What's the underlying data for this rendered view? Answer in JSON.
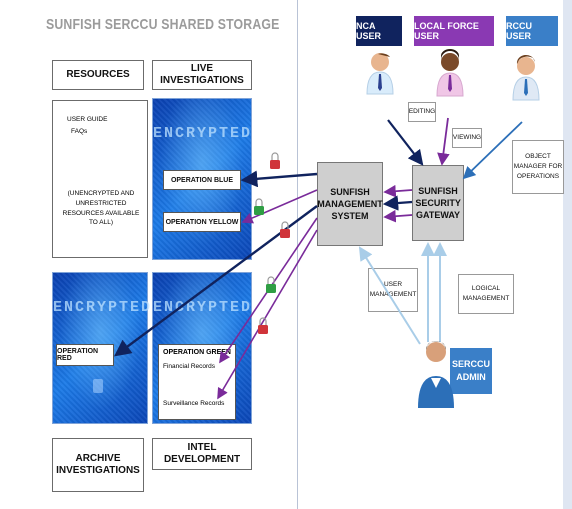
{
  "title": "SUNFISH SERCCU SHARED STORAGE",
  "headers": {
    "resources": "RESOURCES",
    "live": "LIVE INVESTIGATIONS",
    "archive": "ARCHIVE INVESTIGATIONS",
    "intel": "INTEL DEVELOPMENT"
  },
  "resources": {
    "line1": "USER GUIDE",
    "line2": "FAQs",
    "note": "(UNENCRYPTED AND UNRESTRICTED RESOURCES AVAILABLE TO ALL)"
  },
  "encrypted_label": "ENCRYPTED",
  "operations": {
    "blue": "OPERATION BLUE",
    "yellow": "OPERATION YELLOW",
    "red": "OPERATION RED",
    "green": "OPERATION GREEN",
    "financial": "Financial Records",
    "surveillance": "Surveillance Records"
  },
  "system": {
    "management": "SUNFISH MANAGEMENT SYSTEM",
    "gateway": "SUNFISH SECURITY GATEWAY"
  },
  "users": {
    "nca": "NCA USER",
    "local": "LOCAL FORCE USER",
    "rccu": "RCCU USER",
    "admin": "SERCCU ADMIN"
  },
  "notes": {
    "editing": "EDITING",
    "viewing": "VIEWING",
    "object_manager": "OBJECT MANAGER FOR OPERATIONS",
    "user_mgmt": "USER MANAGEMENT",
    "logical_mgmt": "LOGICAL MANAGEMENT"
  },
  "colors": {
    "nca": "#10235e",
    "local": "#7a2b9a",
    "rccu": "#2c6fb8",
    "admin_arrow": "#a9cde8",
    "lock_red": "#d0343a",
    "lock_green": "#2f9e44"
  },
  "icons": [
    "padlock-red-icon",
    "padlock-green-icon",
    "person-icon"
  ]
}
